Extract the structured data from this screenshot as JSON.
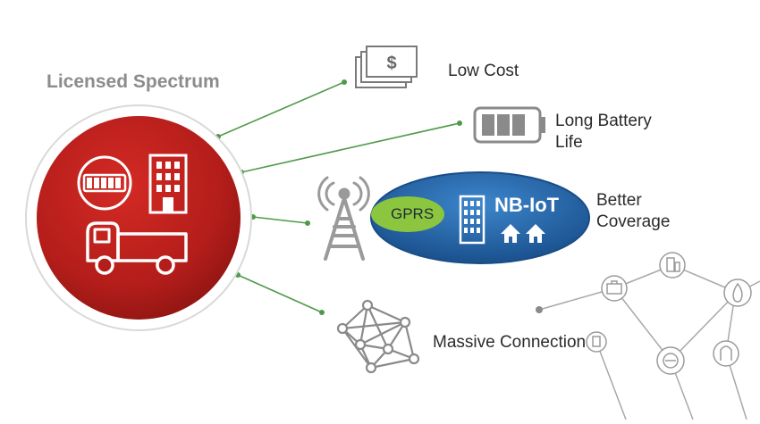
{
  "title": "Licensed Spectrum",
  "features": [
    {
      "label": "Low Cost",
      "icon": "money-icon"
    },
    {
      "label": "Long Battery Life",
      "line1": "Long Battery",
      "line2": "Life",
      "icon": "battery-icon"
    },
    {
      "label": "Better Coverage",
      "line1": "Better",
      "line2": "Coverage",
      "icon": "cell-tower-icon"
    },
    {
      "label": "Massive Connection",
      "icon": "network-mesh-icon"
    }
  ],
  "coverage": {
    "inner_label": "GPRS",
    "outer_label": "NB-IoT"
  },
  "colors": {
    "circle_red": "#b31d1a",
    "connector_green": "#4f9a4a",
    "ellipse_blue": "#1f5da0",
    "pill_green": "#8cc63f",
    "icon_gray": "#8a8a8a",
    "title_gray": "#8c8c8c"
  }
}
